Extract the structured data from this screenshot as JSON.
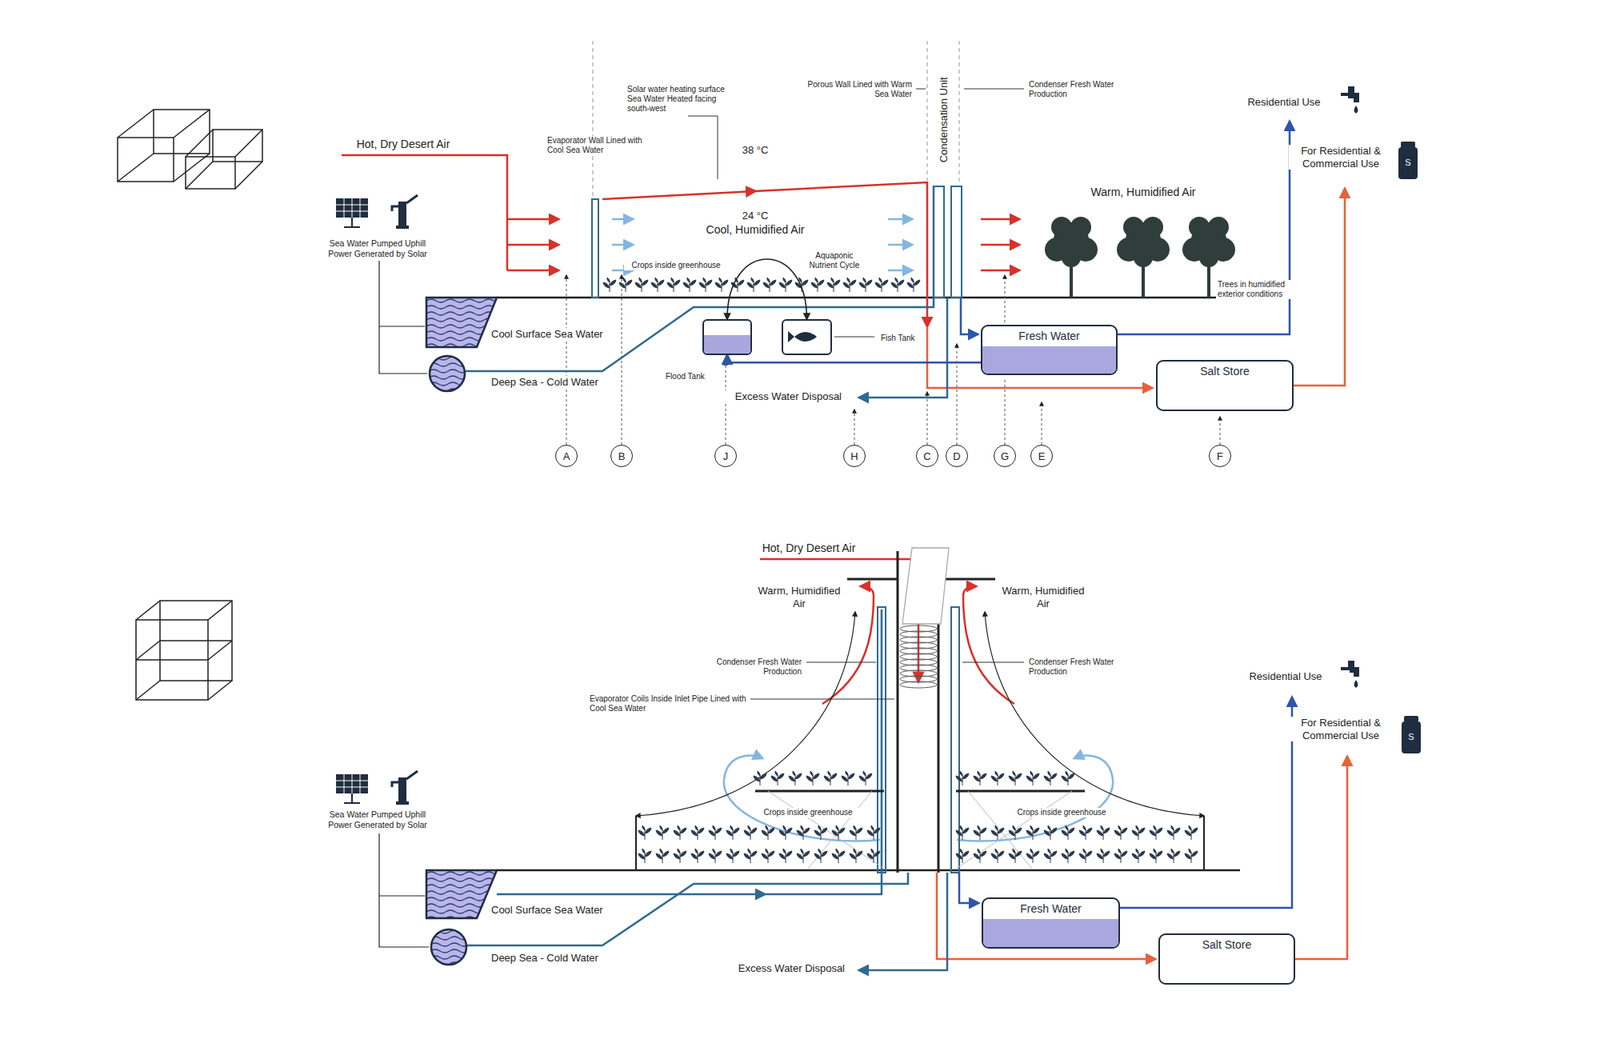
{
  "diagram": {
    "nodes": [
      {
        "text": [
          "Cool Surface Sea Water"
        ]
      },
      {
        "text": [
          "Deep Sea - Cold Water"
        ]
      },
      {
        "text": [
          "Flood Tank"
        ]
      },
      {
        "text": [
          "Fish Tank"
        ]
      },
      {
        "text": [
          "Fresh Water"
        ]
      },
      {
        "text": [
          "Salt Store"
        ]
      },
      {
        "text": [
          "A"
        ]
      },
      {
        "text": [
          "B"
        ]
      },
      {
        "text": [
          "J"
        ]
      },
      {
        "text": [
          "H"
        ]
      },
      {
        "text": [
          "C"
        ]
      },
      {
        "text": [
          "D"
        ]
      },
      {
        "text": [
          "G"
        ]
      },
      {
        "text": [
          "E"
        ]
      },
      {
        "text": [
          "F"
        ]
      },
      {
        "text": [
          "Cool Surface Sea Water"
        ]
      },
      {
        "text": [
          "Deep Sea - Cold Water"
        ]
      },
      {
        "text": [
          "Fresh Water"
        ]
      },
      {
        "text": [
          "Salt Store"
        ]
      }
    ],
    "edges": [
      {
        "from": 4,
        "to": 2,
        "arrow": "to"
      },
      {
        "from": 2,
        "to": 3,
        "arrow": "both"
      }
    ],
    "labels": [
      "Hot, Dry Desert Air",
      "Sea Water Pumped Uphill Power Generated by Solar",
      "Evaporator Wall Lined with Cool Sea Water",
      "Solar water heating surface Sea Water Heated facing south-west",
      "38 °C",
      "24 °C",
      "Cool, Humidified Air",
      "Crops inside greenhouse",
      "Aquaponic Nutrient Cycle",
      "Porous Wall Lined with Warm Sea Water",
      "Condensation Unit",
      "Condenser Fresh Water Production",
      "Warm, Humidified Air",
      "Trees in humidified exterior conditions",
      "Residential Use",
      "For Residential & Commercial Use",
      "S",
      "Excess Water Disposal",
      "Hot, Dry Desert Air",
      "Warm, Humidified Air",
      "Warm, Humidified Air",
      "Condenser Fresh Water Production",
      "Condenser Fresh Water Production",
      "Evaporator Coils Inside Inlet Pipe Lined with Cool Sea Water",
      "Crops inside greenhouse",
      "Crops inside greenhouse",
      "Sea Water Pumped Uphill Power Generated by Solar",
      "Residential Use",
      "For Residential & Commercial Use",
      "S",
      "Excess Water Disposal"
    ]
  }
}
